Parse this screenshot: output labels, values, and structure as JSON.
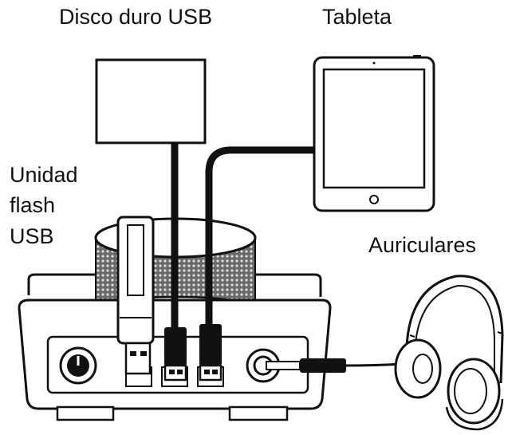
{
  "labels": {
    "hard_drive": "Disco duro USB",
    "tablet": "Tableta",
    "flash_drive": [
      "Unidad",
      "flash",
      "USB"
    ],
    "headphones": "Auriculares"
  },
  "colors": {
    "line": "#111111",
    "fill": "#ffffff",
    "cable": "#1a1a1a",
    "knob_mesh": "#555555"
  }
}
